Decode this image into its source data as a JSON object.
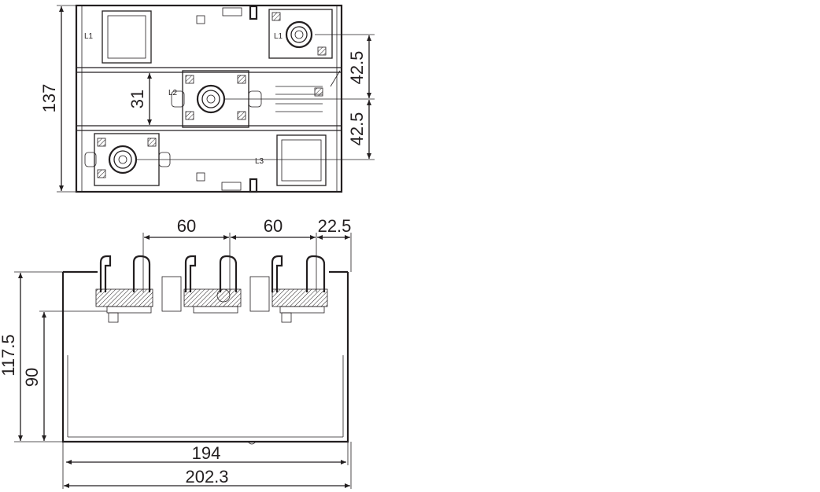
{
  "drawing": {
    "top_view": {
      "overall_height": "137",
      "pitch_upper": "42.5",
      "pitch_lower": "42.5",
      "center_offset": "31",
      "terminal_marks": [
        "L1",
        "L2",
        "L3"
      ]
    },
    "side_view": {
      "pitch_1": "60",
      "pitch_2": "60",
      "end_offset": "22.5",
      "total_height": "117.5",
      "body_height": "90",
      "body_width": "194",
      "overall_width": "202.3"
    }
  }
}
